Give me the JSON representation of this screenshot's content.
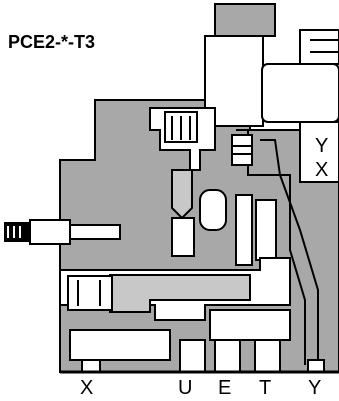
{
  "diagram": {
    "title": "PCE2-*-T3",
    "port_labels_right": [
      "Y",
      "X"
    ],
    "port_labels_bottom": [
      "X",
      "U",
      "E",
      "T",
      "Y"
    ],
    "colors": {
      "body": "#a8a8a8",
      "spool": "#c8c8c8",
      "passage": "#ffffff",
      "outline": "#000000"
    }
  }
}
